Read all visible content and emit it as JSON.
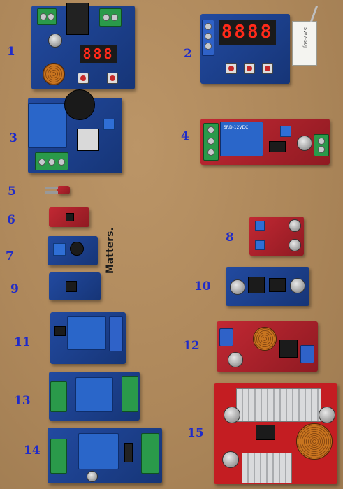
{
  "labels": [
    "1",
    "2",
    "3",
    "4",
    "5",
    "6",
    "7",
    "8",
    "9",
    "10",
    "11",
    "12",
    "13",
    "14",
    "15"
  ],
  "displays": {
    "module1": "888",
    "module2": "8888"
  },
  "resistor_text": "5W7·50J",
  "relay_text": "SRD-12VDC",
  "board_text": "Matters.",
  "colors": {
    "label": "#1f2bc9",
    "background": "#ad875a"
  }
}
